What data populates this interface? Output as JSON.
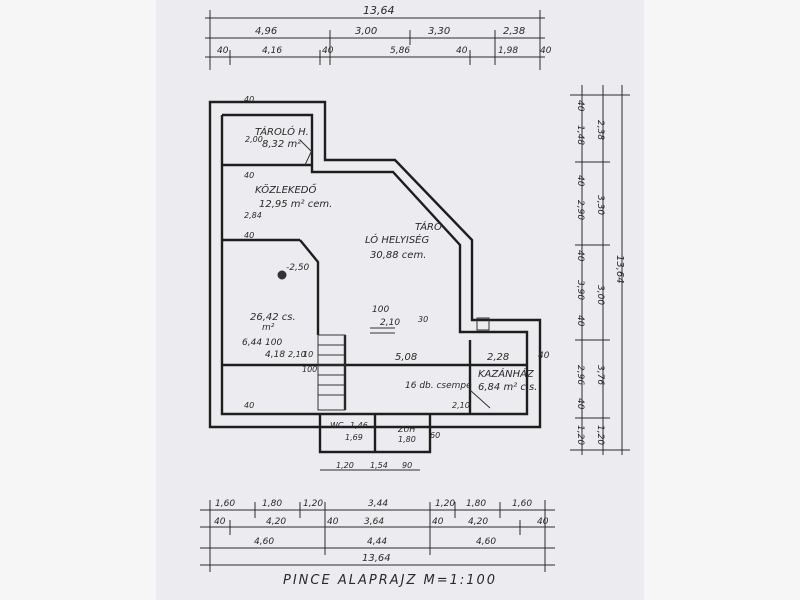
{
  "title": "PINCE ALAPRAJZ M=1:100",
  "rooms": {
    "tarolo_label": "TÁROLÓ H.",
    "tarolo_area": "8,32 m²",
    "kozlekedo_label": "KÖZLEKEDŐ",
    "kozlekedo_area": "12,95 m² cem.",
    "tarolohelyseg_label_1": "TÁRO-",
    "tarolohelyseg_label_2": "LÓ HELYISÉG",
    "tarolohelyseg_area": "30,88 cem.",
    "big_area": "26,42 cs.",
    "big_area_unit": "m²",
    "kazanhaz_label": "KAZÁNHÁZ",
    "kazanhaz_area": "6,84 m² c.s.",
    "stair_label": "16 db. csempe",
    "wc_label": "WC",
    "zuh_label": "ZUH",
    "level": "-2,50"
  },
  "dims_top": {
    "total": "13,64",
    "seg1": "4,96",
    "seg2": "3,00",
    "seg3": "3,30",
    "seg4": "2,38",
    "r2_a": "40",
    "r2_b": "4,16",
    "r2_c": "40",
    "r2_d": "5,86",
    "r2_e": "40",
    "r2_f": "1,98",
    "r2_g": "40"
  },
  "dims_bottom": {
    "r1_a": "1,60",
    "r1_b": "1,80",
    "r1_c": "1,20",
    "r1_d": "3,44",
    "r1_e": "1,20",
    "r1_f": "1,80",
    "r1_g": "1,60",
    "r2_a": "40",
    "r2_b": "4,20",
    "r2_c": "40",
    "r2_d": "3,64",
    "r2_e": "40",
    "r2_f": "4,20",
    "r2_g": "40",
    "r3_a": "4,60",
    "r3_b": "4,44",
    "r3_c": "4,60",
    "total": "13,64"
  },
  "dims_right": {
    "c1_a": "40",
    "c1_b": "1,48",
    "c1_c": "40",
    "c1_d": "2,90",
    "c1_e": "40",
    "c1_f": "3,90",
    "c1_g": "40",
    "c1_h": "2,96",
    "c1_i": "40",
    "c1_j": "1,20",
    "c2_a": "2,38",
    "c2_b": "3,30",
    "c2_c": "3,00",
    "c2_d": "3,76",
    "c2_e": "1,20",
    "total": "13,64"
  },
  "dims_small": {
    "d100": "100",
    "d210": "2,10",
    "d30": "30",
    "d100b": "100",
    "d418": "4,18",
    "d210b": "2,10",
    "d10": "10",
    "d508": "5,08",
    "d228": "2,28",
    "d40r": "40",
    "d100c": "100",
    "d210c": "2,10",
    "d40a": "40",
    "d200": "2,00",
    "d184": "2,84",
    "d644": "6,44",
    "d40b": "40",
    "d40c": "40",
    "d40d": "40",
    "d120": "1,20",
    "d154": "1,54",
    "d90": "90",
    "d169": "1,69",
    "d146": "1,46",
    "d060": "60",
    "d180": "1,80"
  }
}
